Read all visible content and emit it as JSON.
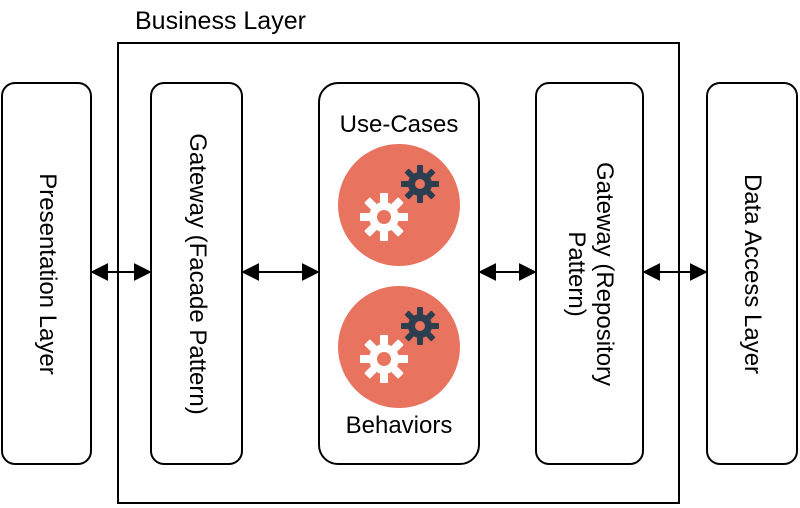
{
  "diagram": {
    "frame_label": "Business Layer",
    "presentation_label": "Presentation Layer",
    "facade_label": "Gateway (Facade Pattern)",
    "usecases_title": "Use-Cases",
    "behaviors_title": "Behaviors",
    "repository_label_line1": "Gateway (Repository",
    "repository_label_line2": "Pattern)",
    "data_access_label": "Data Access Layer"
  },
  "colors": {
    "gear_circle": "#E8735E",
    "gear_light": "#FFFFFF",
    "gear_dark": "#2C3E50"
  },
  "icons": [
    "gears-icon",
    "gears-icon"
  ]
}
